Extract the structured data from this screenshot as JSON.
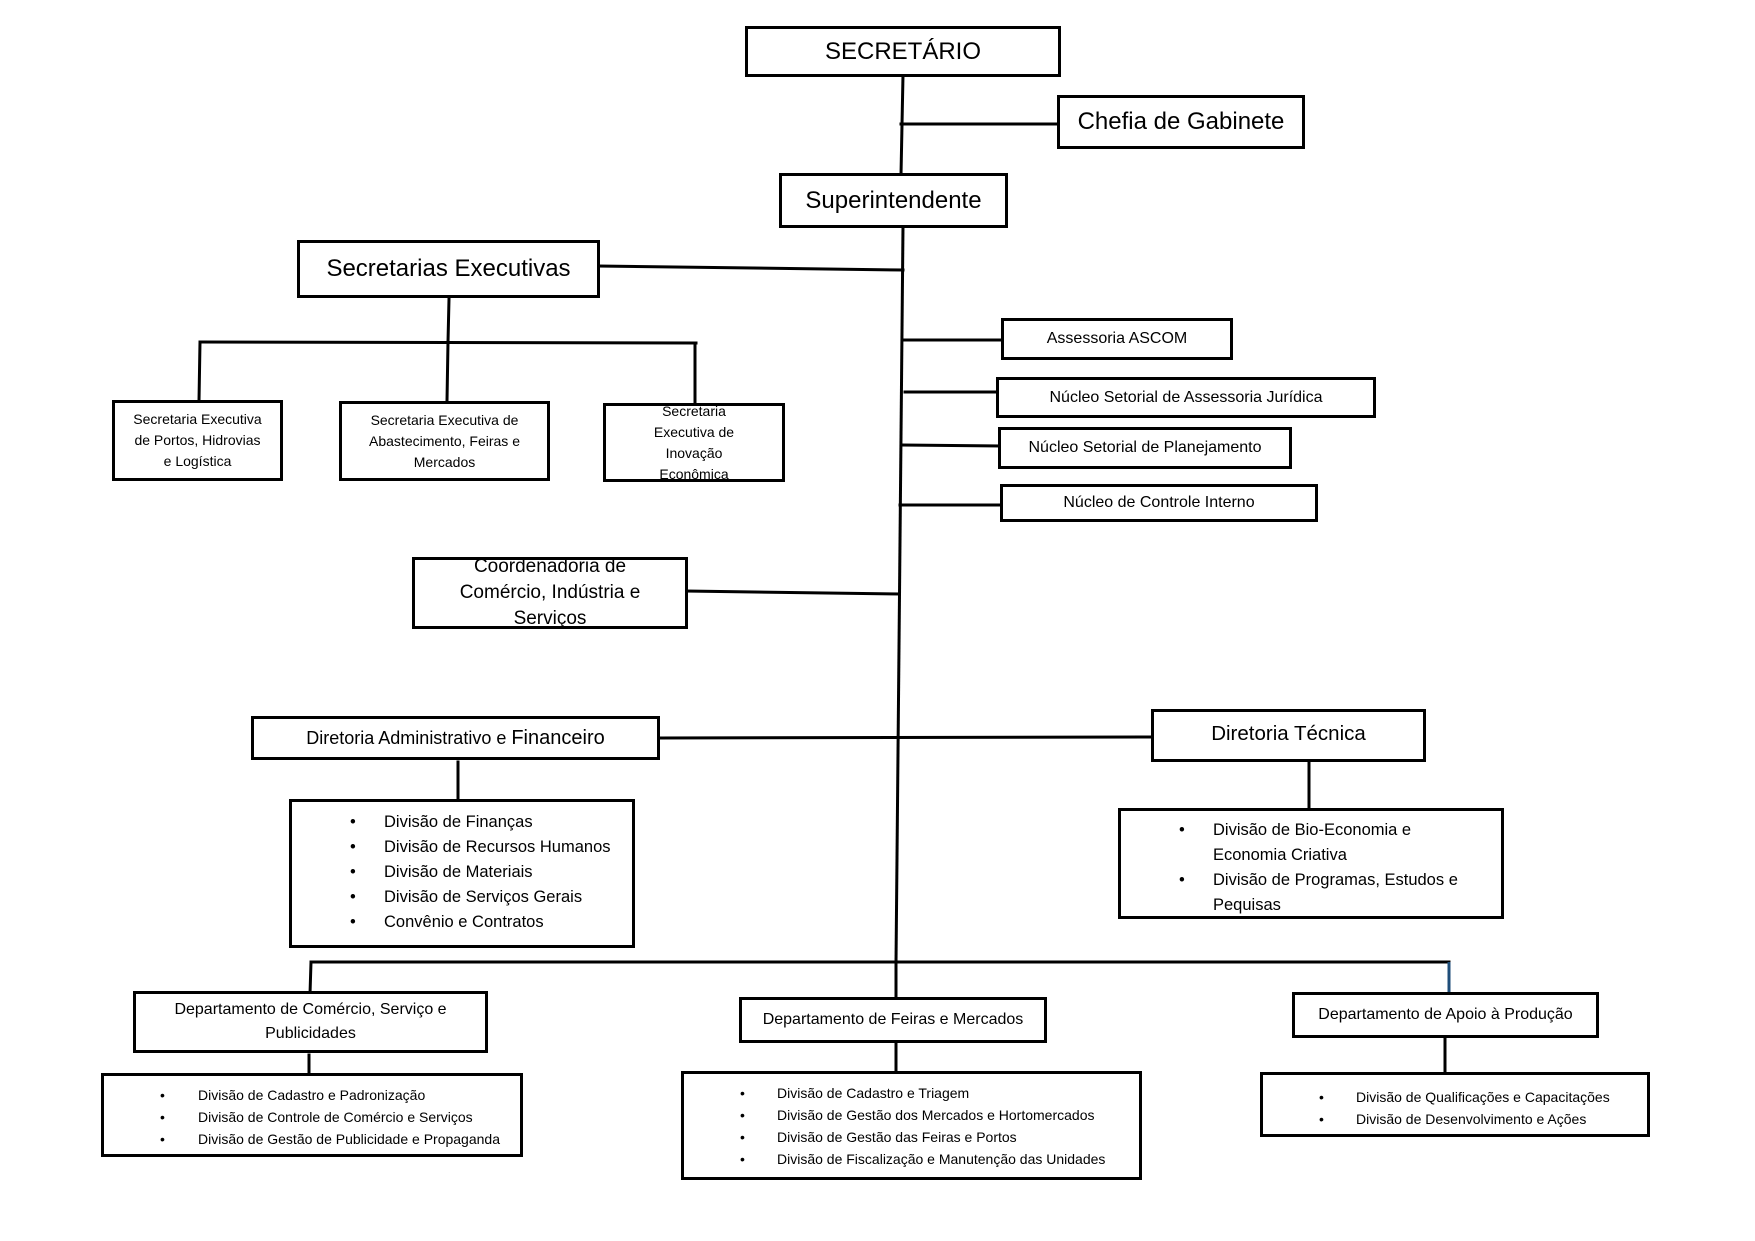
{
  "top": {
    "secretario": "SECRETÁRIO",
    "chefia": "Chefia de Gabinete",
    "superintendente": "Superintendente"
  },
  "secretarias": {
    "title": "Secretarias Executivas",
    "items": [
      "Secretaria Executiva de Portos, Hidrovias e Logística",
      "Secretaria Executiva de Abastecimento, Feiras e Mercados",
      "Secretaria Executiva de Inovação Econômica"
    ]
  },
  "assessorias": [
    "Assessoria ASCOM",
    "Núcleo Setorial de Assessoria Jurídica",
    "Núcleo Setorial de Planejamento",
    "Núcleo de Controle Interno"
  ],
  "coordenadoria": "Coordenadoria de Comércio, Indústria e Serviços",
  "diretoria_adm": {
    "title_a": "Diretoria Administrativo e ",
    "title_b": "Financeiro",
    "items": [
      "Divisão de Finanças",
      "Divisão de Recursos Humanos",
      "Divisão de Materiais",
      "Divisão de Serviços Gerais",
      "Convênio e Contratos"
    ]
  },
  "diretoria_tec": {
    "title": "Diretoria Técnica",
    "items": [
      "Divisão de Bio-Economia e Economia Criativa",
      "Divisão de Programas, Estudos e Pequisas"
    ]
  },
  "departamentos": [
    {
      "title": "Departamento de Comércio, Serviço e Publicidades",
      "items": [
        "Divisão de Cadastro e Padronização",
        "Divisão de Controle de Comércio e Serviços",
        "Divisão de Gestão de Publicidade e Propaganda"
      ]
    },
    {
      "title": "Departamento de Feiras e Mercados",
      "items": [
        "Divisão de Cadastro e Triagem",
        "Divisão de Gestão dos Mercados e Hortomercados",
        "Divisão de Gestão das Feiras e Portos",
        "Divisão de Fiscalização e Manutenção das Unidades"
      ]
    },
    {
      "title": "Departamento de Apoio à Produção",
      "items": [
        "Divisão de Qualificações e Capacitações",
        "Divisão de Desenvolvimento e Ações"
      ]
    }
  ]
}
